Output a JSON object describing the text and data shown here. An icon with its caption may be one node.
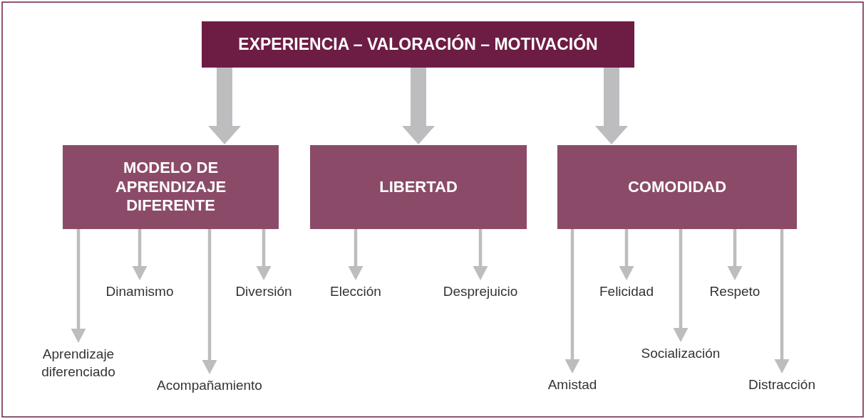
{
  "diagram": {
    "nodes": [
      {
        "text": [
          "EXPERIENCIA – VALORACIÓN – MOTIVACIÓN"
        ]
      },
      {
        "text": [
          "MODELO DE APRENDIZAJE DIFERENTE"
        ]
      },
      {
        "text": [
          "LIBERTAD"
        ]
      },
      {
        "text": [
          "COMODIDAD"
        ]
      },
      {
        "text": [
          "Dinamismo"
        ]
      },
      {
        "text": [
          "Diversión"
        ]
      },
      {
        "text": [
          "Elección"
        ]
      },
      {
        "text": [
          "Desprejuicio"
        ]
      },
      {
        "text": [
          "Felicidad"
        ]
      },
      {
        "text": [
          "Respeto"
        ]
      },
      {
        "text": [
          "Socialización"
        ]
      },
      {
        "text": [
          "Aprendizaje diferenciado"
        ]
      },
      {
        "text": [
          "Acompañamiento"
        ]
      },
      {
        "text": [
          "Amistad"
        ]
      },
      {
        "text": [
          "Distracción"
        ]
      }
    ],
    "edges": [
      {
        "from": 0,
        "to": 1,
        "arrow": "to",
        "style": "thick"
      },
      {
        "from": 0,
        "to": 2,
        "arrow": "to",
        "style": "thick"
      },
      {
        "from": 0,
        "to": 3,
        "arrow": "to",
        "style": "thick"
      },
      {
        "from": 1,
        "to": 11,
        "arrow": "to"
      },
      {
        "from": 1,
        "to": 4,
        "arrow": "to"
      },
      {
        "from": 1,
        "to": 12,
        "arrow": "to"
      },
      {
        "from": 1,
        "to": 5,
        "arrow": "to"
      },
      {
        "from": 2,
        "to": 6,
        "arrow": "to"
      },
      {
        "from": 2,
        "to": 7,
        "arrow": "to"
      },
      {
        "from": 3,
        "to": 13,
        "arrow": "to"
      },
      {
        "from": 3,
        "to": 8,
        "arrow": "to"
      },
      {
        "from": 3,
        "to": 10,
        "arrow": "to"
      },
      {
        "from": 3,
        "to": 9,
        "arrow": "to"
      },
      {
        "from": 3,
        "to": 14,
        "arrow": "to"
      }
    ]
  }
}
